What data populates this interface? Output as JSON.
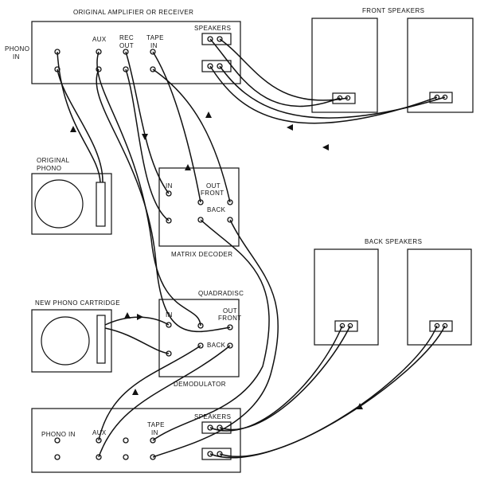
{
  "labels": {
    "amp_title": "ORIGINAL AMPLIFIER OR RECEIVER",
    "phono_in_1": "PHONO",
    "phono_in_2": "IN",
    "aux": "AUX",
    "rec_out_1": "REC",
    "rec_out_2": "OUT",
    "tape_in_1": "TAPE",
    "tape_in_2": "IN",
    "speakers_top": "SPEAKERS",
    "front_speakers": "FRONT SPEAKERS",
    "original_phono_1": "ORIGINAL",
    "original_phono_2": "PHONO",
    "decoder_in": "IN",
    "decoder_out_1": "OUT",
    "decoder_out_2": "FRONT",
    "decoder_back": "BACK",
    "matrix_decoder": "MATRIX DECODER",
    "back_speakers": "BACK SPEAKERS",
    "new_phono_cartridge": "NEW PHONO CARTRIDGE",
    "quadradisc": "QUADRADISC",
    "demod_in": "IN",
    "demod_out_1": "OUT",
    "demod_out_2": "FRONT",
    "demod_back": "BACK",
    "demodulator": "DEMODULATOR",
    "phono_in_bottom": "PHONO IN",
    "aux_bottom": "AUX",
    "tape_in_bottom_1": "TAPE",
    "tape_in_bottom_2": "IN",
    "speakers_bottom": "SPEAKERS"
  },
  "colors": {
    "ink": "#111111",
    "paper": "#ffffff"
  }
}
